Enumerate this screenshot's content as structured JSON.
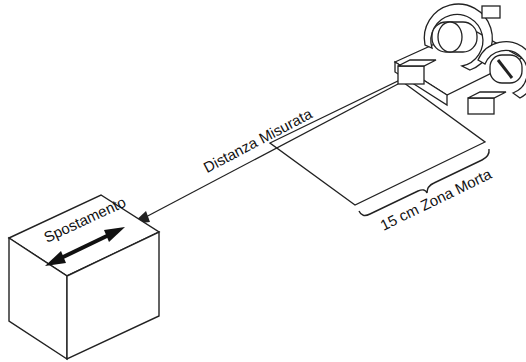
{
  "diagram": {
    "nodes": [
      {
        "text": [
          "Spostamento"
        ]
      }
    ],
    "labels": [
      "Distanza Misurata",
      "15 cm Zona Morta"
    ]
  }
}
